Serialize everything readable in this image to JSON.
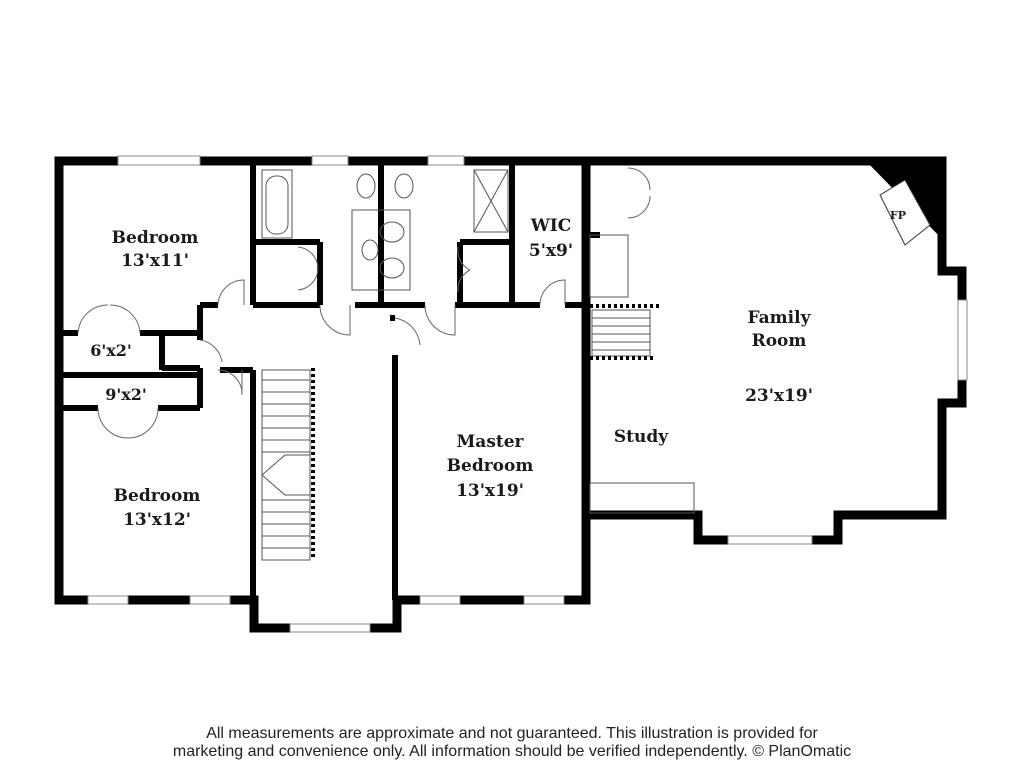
{
  "rooms": {
    "bedroom1": {
      "name": "Bedroom",
      "size": "13'x11'"
    },
    "closet1": {
      "size": "6'x2'"
    },
    "closet2": {
      "size": "9'x2'"
    },
    "bedroom2": {
      "name": "Bedroom",
      "size": "13'x12'"
    },
    "wic": {
      "name": "WIC",
      "size": "5'x9'"
    },
    "master": {
      "name_line1": "Master",
      "name_line2": "Bedroom",
      "size": "13'x19'"
    },
    "family": {
      "name_line1": "Family",
      "name_line2": "Room",
      "size": "23'x19'"
    },
    "study": {
      "name": "Study"
    },
    "fireplace": {
      "label": "FP"
    }
  },
  "disclaimer": {
    "line1": "All measurements are approximate and not guaranteed. This illustration is provided for",
    "line2": "marketing and convenience only. All information should be verified independently. © PlanOmatic"
  },
  "colors": {
    "wall": "#000000",
    "fixture": "#555555",
    "window": "#cfcfcf"
  }
}
